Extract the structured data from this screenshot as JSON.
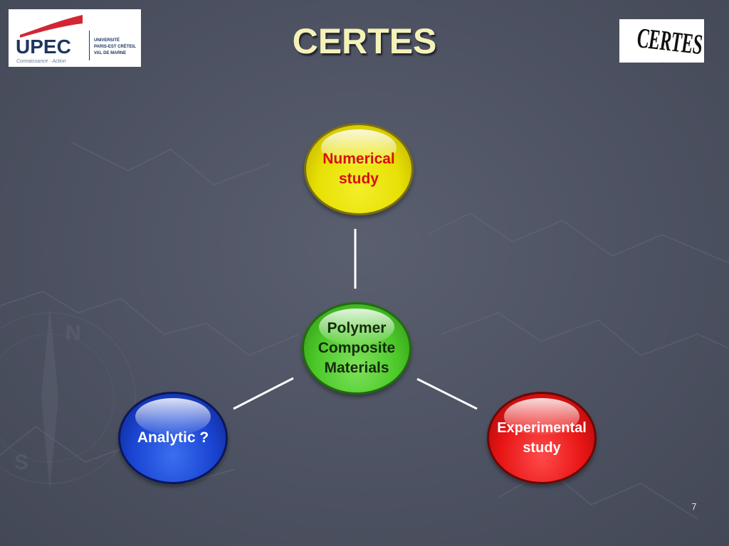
{
  "slide": {
    "title": "CERTES",
    "page_number": "7"
  },
  "logos": {
    "left": {
      "name": "UPEC",
      "tagline": "Connaissance · Action",
      "university_lines": [
        "UNIVERSITÉ",
        "PARIS-EST CRÉTEIL",
        "VAL DE MARNE"
      ],
      "colors": {
        "navy": "#1e3561",
        "red": "#d22633"
      }
    },
    "right": {
      "text": "CERTES !"
    }
  },
  "diagram": {
    "nodes": {
      "numerical": {
        "lines": [
          "Numerical",
          "study"
        ],
        "color": "#e8e005",
        "text_color": "#d61010"
      },
      "polymer": {
        "lines": [
          "Polymer",
          "Composite",
          "Materials"
        ],
        "color": "#4cc92a",
        "text_color": "#172a0e"
      },
      "analytic": {
        "lines": [
          "Analytic ?"
        ],
        "color": "#1a44d2",
        "text_color": "#ffffff"
      },
      "experimental": {
        "lines": [
          "Experimental",
          "study"
        ],
        "color": "#e81515",
        "text_color": "#ffffff"
      }
    },
    "edges": [
      {
        "from": "polymer",
        "to": "numerical"
      },
      {
        "from": "polymer",
        "to": "analytic"
      },
      {
        "from": "polymer",
        "to": "experimental"
      }
    ],
    "connector_color": "#ffffff"
  }
}
